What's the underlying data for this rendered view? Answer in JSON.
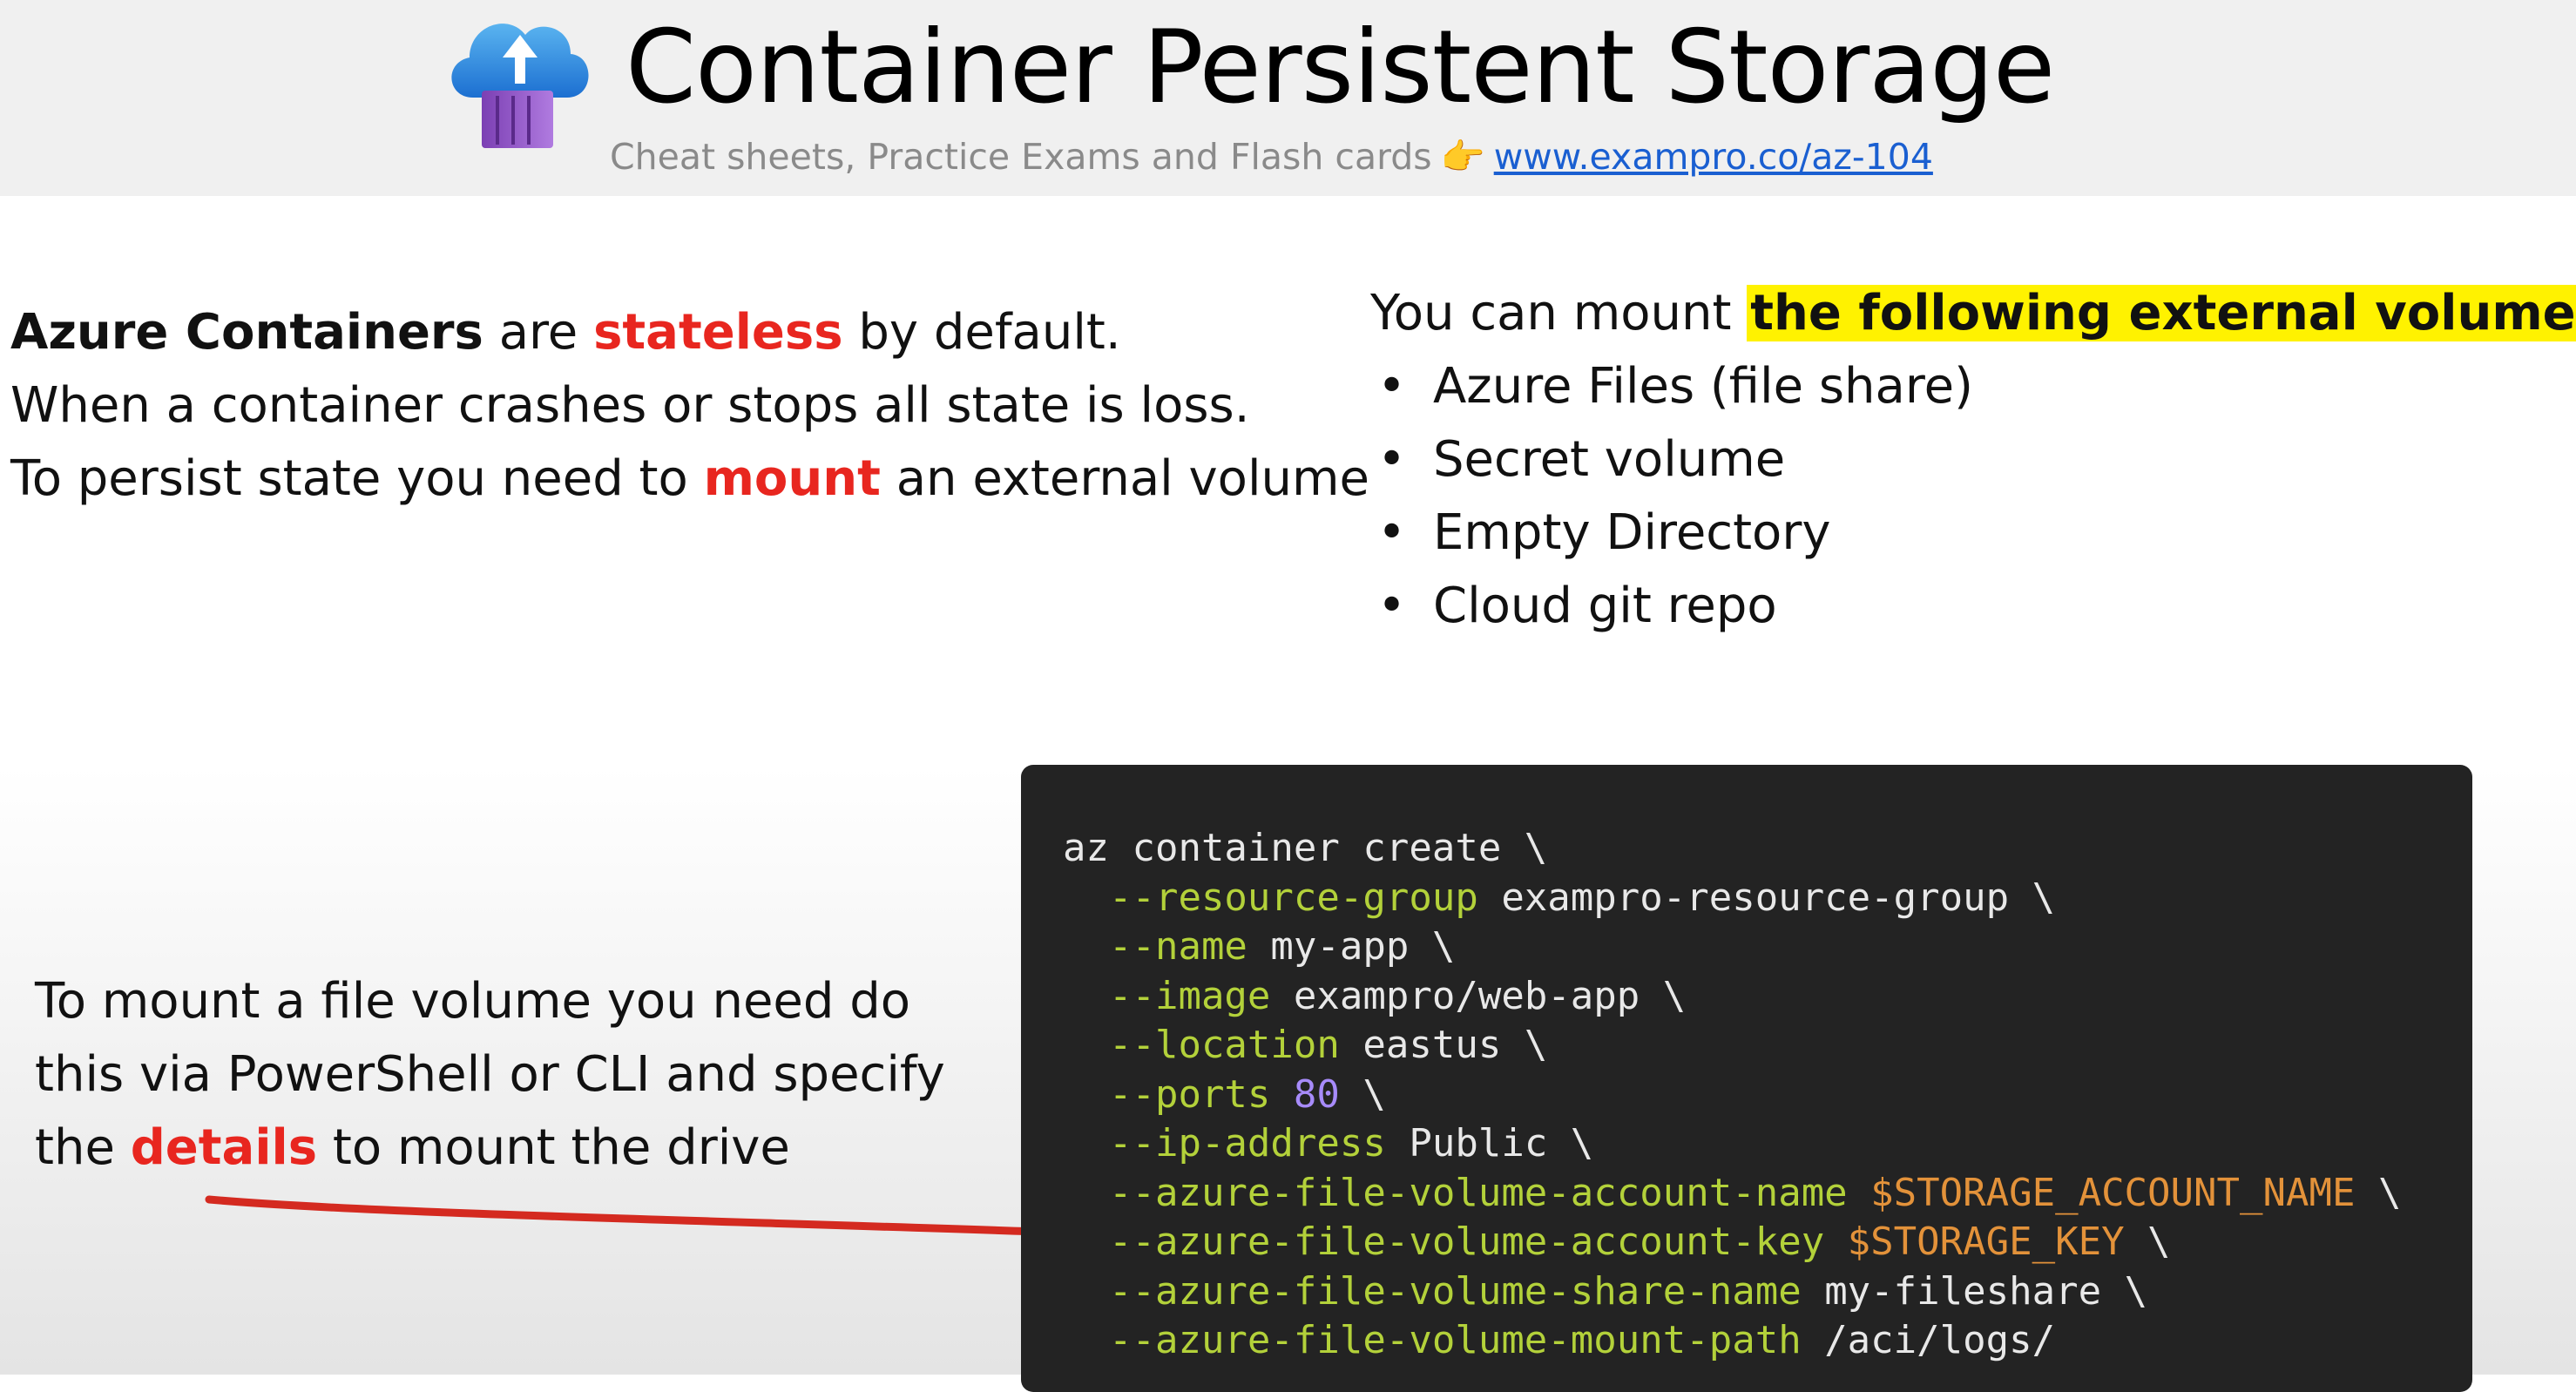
{
  "header": {
    "title": "Container Persistent Storage",
    "subtitle": "Cheat sheets, Practice Exams and Flash cards",
    "hand_emoji": "👉",
    "link": "www.exampro.co/az-104"
  },
  "intro": {
    "line1": {
      "a": "Azure Containers",
      "b": " are ",
      "c": "stateless",
      "d": " by default."
    },
    "line2": "When a container crashes or stops all state is loss.",
    "line3": {
      "a": "To persist state you need to ",
      "b": "mount",
      "c": " an external volume"
    }
  },
  "mount": {
    "lead": "You can mount ",
    "highlight": "the following external volumes",
    "colon": ":",
    "items": [
      "Azure Files (file share)",
      "Secret volume",
      "Empty Directory",
      "Cloud git repo"
    ]
  },
  "note": {
    "line1": "To mount a file volume you need do",
    "line2": "this via PowerShell or CLI and specify",
    "line3a": "the ",
    "line3b": "details",
    "line3c": " to mount the drive"
  },
  "code": {
    "l0": "az container create \\",
    "l1f": "--resource-group",
    "l1v": " exampro-resource-group \\",
    "l2f": "--name",
    "l2v": " my-app \\",
    "l3f": "--image",
    "l3v": " exampro/web-app \\",
    "l4f": "--location",
    "l4v": " eastus \\",
    "l5f": "--ports",
    "l5n": " 80",
    "l5v": " \\",
    "l6f": "--ip-address",
    "l6v": " Public \\",
    "l7f": "--azure-file-volume-account-name",
    "l7x": " $STORAGE_ACCOUNT_NAME",
    "l7v": " \\",
    "l8f": "--azure-file-volume-account-key",
    "l8x": " $STORAGE_KEY",
    "l8v": " \\",
    "l9f": "--azure-file-volume-share-name",
    "l9v": " my-fileshare \\",
    "l10f": "--azure-file-volume-mount-path",
    "l10v": " /aci/logs/"
  },
  "colors": {
    "accent_red": "#e8261f",
    "highlight_yellow": "#fff200",
    "code_flag": "#b3d13a",
    "code_variable": "#e3923a",
    "code_number": "#a78bfa",
    "link_blue": "#1a5fd1"
  }
}
